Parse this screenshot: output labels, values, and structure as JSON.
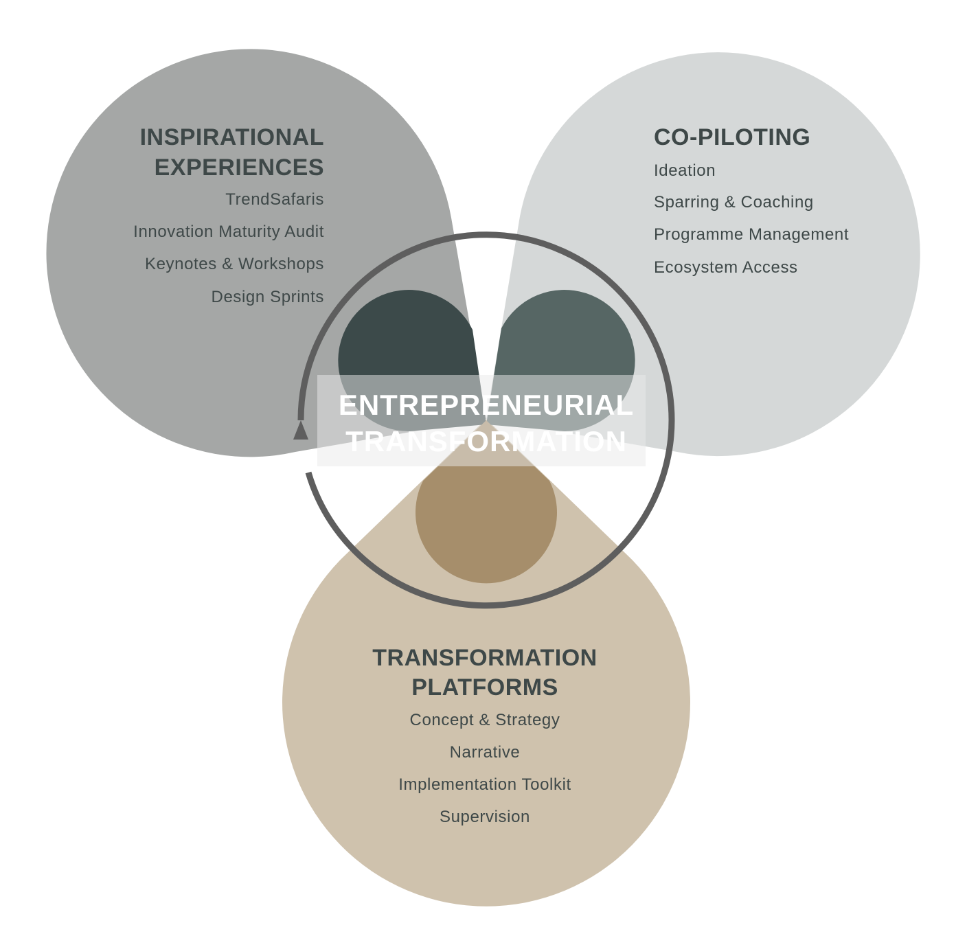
{
  "colors": {
    "left_drop": "#a5a7a6",
    "right_drop": "#d5d8d8",
    "bottom_drop": "#cfc2ad",
    "left_inner": "#3c4a4a",
    "right_inner": "#566664",
    "bottom_inner": "#a68e6b",
    "ring": "#5e5e5e",
    "center_box": "#e9e9e9",
    "text_dark": "#3e4848",
    "text_center": "#ffffff"
  },
  "center": {
    "line1": "ENTREPRENEURIAL",
    "line2": "TRANSFORMATION"
  },
  "left": {
    "title_line1": "INSPIRATIONAL",
    "title_line2": "EXPERIENCES",
    "items": [
      "TrendSafaris",
      "Innovation Maturity Audit",
      "Keynotes & Workshops",
      "Design Sprints"
    ]
  },
  "right": {
    "title": "CO-PILOTING",
    "items": [
      "Ideation",
      "Sparring & Coaching",
      "Programme Management",
      "Ecosystem Access"
    ]
  },
  "bottom": {
    "title_line1": "TRANSFORMATION",
    "title_line2": "PLATFORMS",
    "items": [
      "Concept & Strategy",
      "Narrative",
      "Implementation Toolkit",
      "Supervision"
    ]
  }
}
